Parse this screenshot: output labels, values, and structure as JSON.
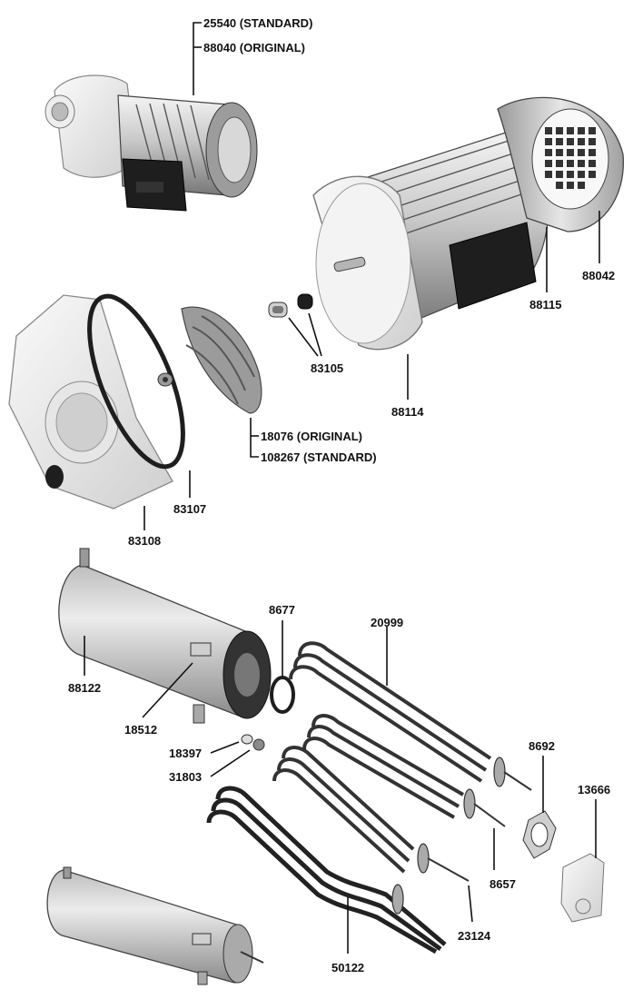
{
  "labels": {
    "pump_std": "25540 (STANDARD)",
    "pump_orig": "88040 (ORIGINAL)",
    "fan_cover": "88042",
    "motor_box": "88115",
    "motor_flange": "88114",
    "seal": "83105",
    "impeller_orig": "18076 (ORIGINAL)",
    "impeller_std": "108267 (STANDARD)",
    "oring": "83107",
    "housing": "83108",
    "tank": "88122",
    "bracket": "18512",
    "washer": "18397",
    "plug": "31803",
    "gasket_ring": "8677",
    "element_top": "20999",
    "flange_gasket": "8692",
    "terminal_cover": "13666",
    "element_mid": "8657",
    "element_low": "23124",
    "element_bottom": "50122"
  },
  "colors": {
    "ink": "#111111",
    "metal_light": "#e4e4e4",
    "metal_mid": "#b5b5b5",
    "metal_dark": "#6e6e6e",
    "plastic": "#f1f1f1",
    "black_box": "#1e1e1e"
  }
}
